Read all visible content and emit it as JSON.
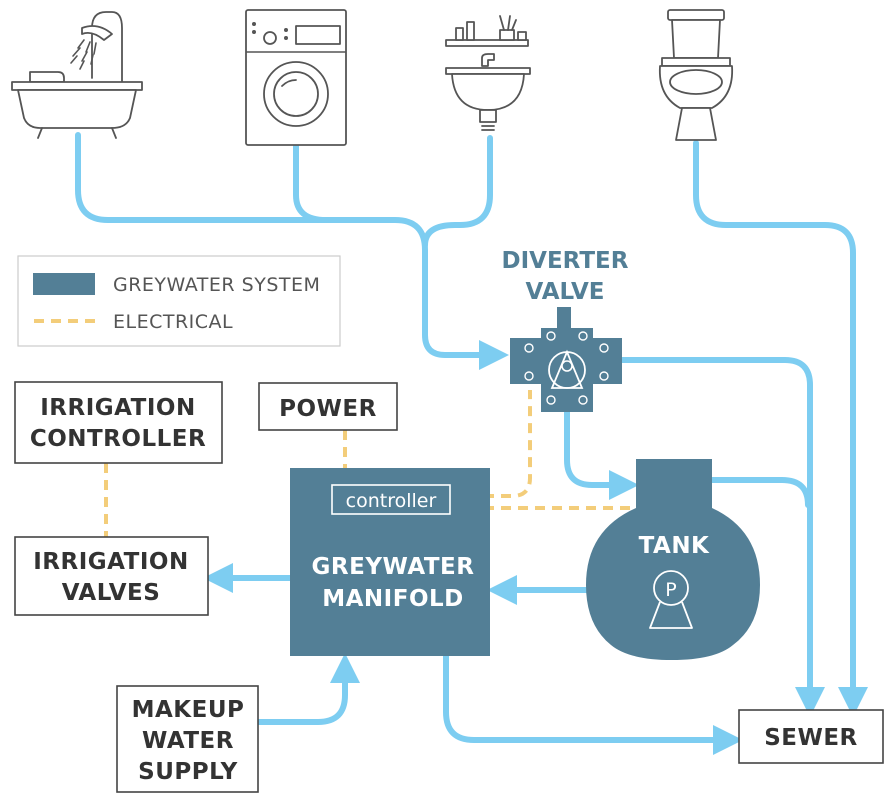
{
  "legend": {
    "system_label": "GREYWATER SYSTEM",
    "electrical_label": "ELECTRICAL",
    "system_color": "#537f96",
    "electrical_color": "#f3cd7a"
  },
  "colors": {
    "water_pipe": "#7dcdf1",
    "system": "#537f96",
    "electrical": "#f3cd7a"
  },
  "fixtures": [
    "bathtub-icon",
    "washing-machine-icon",
    "sink-icon",
    "toilet-icon"
  ],
  "nodes": {
    "diverter_line1": "DIVERTER",
    "diverter_line2": "VALVE",
    "irrigation_controller_line1": "IRRIGATION",
    "irrigation_controller_line2": "CONTROLLER",
    "power": "POWER",
    "controller": "controller",
    "manifold_line1": "GREYWATER",
    "manifold_line2": "MANIFOLD",
    "tank": "TANK",
    "pump_symbol": "P",
    "irrigation_valves_line1": "IRRIGATION",
    "irrigation_valves_line2": "VALVES",
    "makeup_line1": "MAKEUP",
    "makeup_line2": "WATER",
    "makeup_line3": "SUPPLY",
    "sewer": "SEWER"
  }
}
